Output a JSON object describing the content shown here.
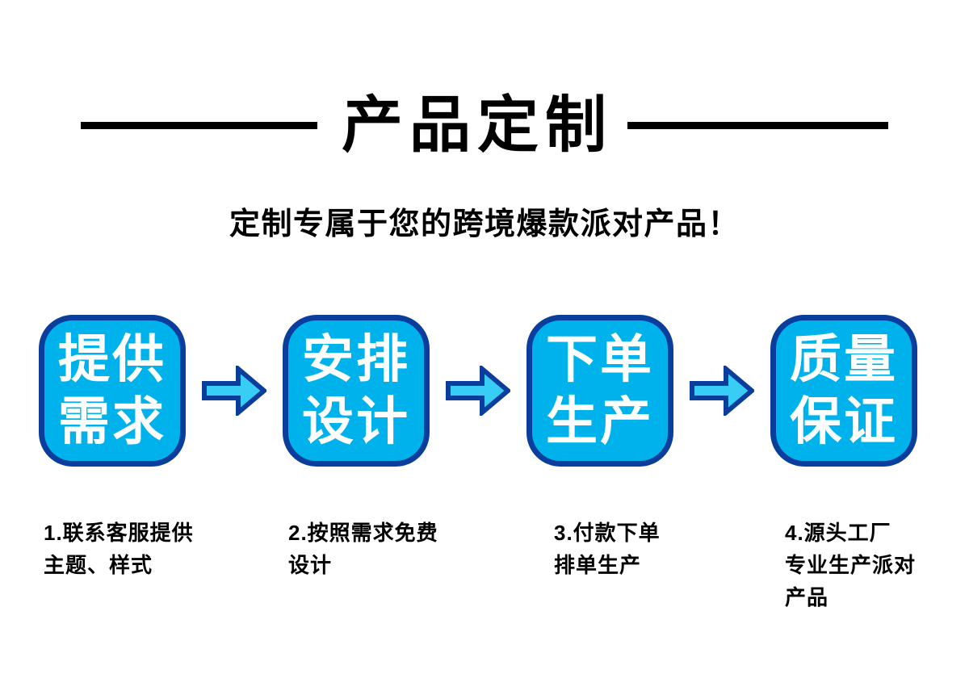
{
  "page": {
    "title": "产品定制",
    "subtitle": "定制专属于您的跨境爆款派对产品！"
  },
  "colors": {
    "page_bg": "#FFFFFF",
    "text_black": "#000000",
    "text_white": "#FFFFFF",
    "box_fill": "#00B2EB",
    "box_border": "#0B3E9C",
    "arrow_fill": "#38CDF5",
    "arrow_border": "#0B3E9C"
  },
  "steps": [
    {
      "label": "提供\n需求",
      "description": "1.联系客服提供\n主题、样式"
    },
    {
      "label": "安排\n设计",
      "description": "2.按照需求免费\n设计"
    },
    {
      "label": "下单\n生产",
      "description": "3.付款下单\n排单生产"
    },
    {
      "label": "质量\n保证",
      "description": "4.源头工厂\n专业生产派对\n产品"
    }
  ]
}
